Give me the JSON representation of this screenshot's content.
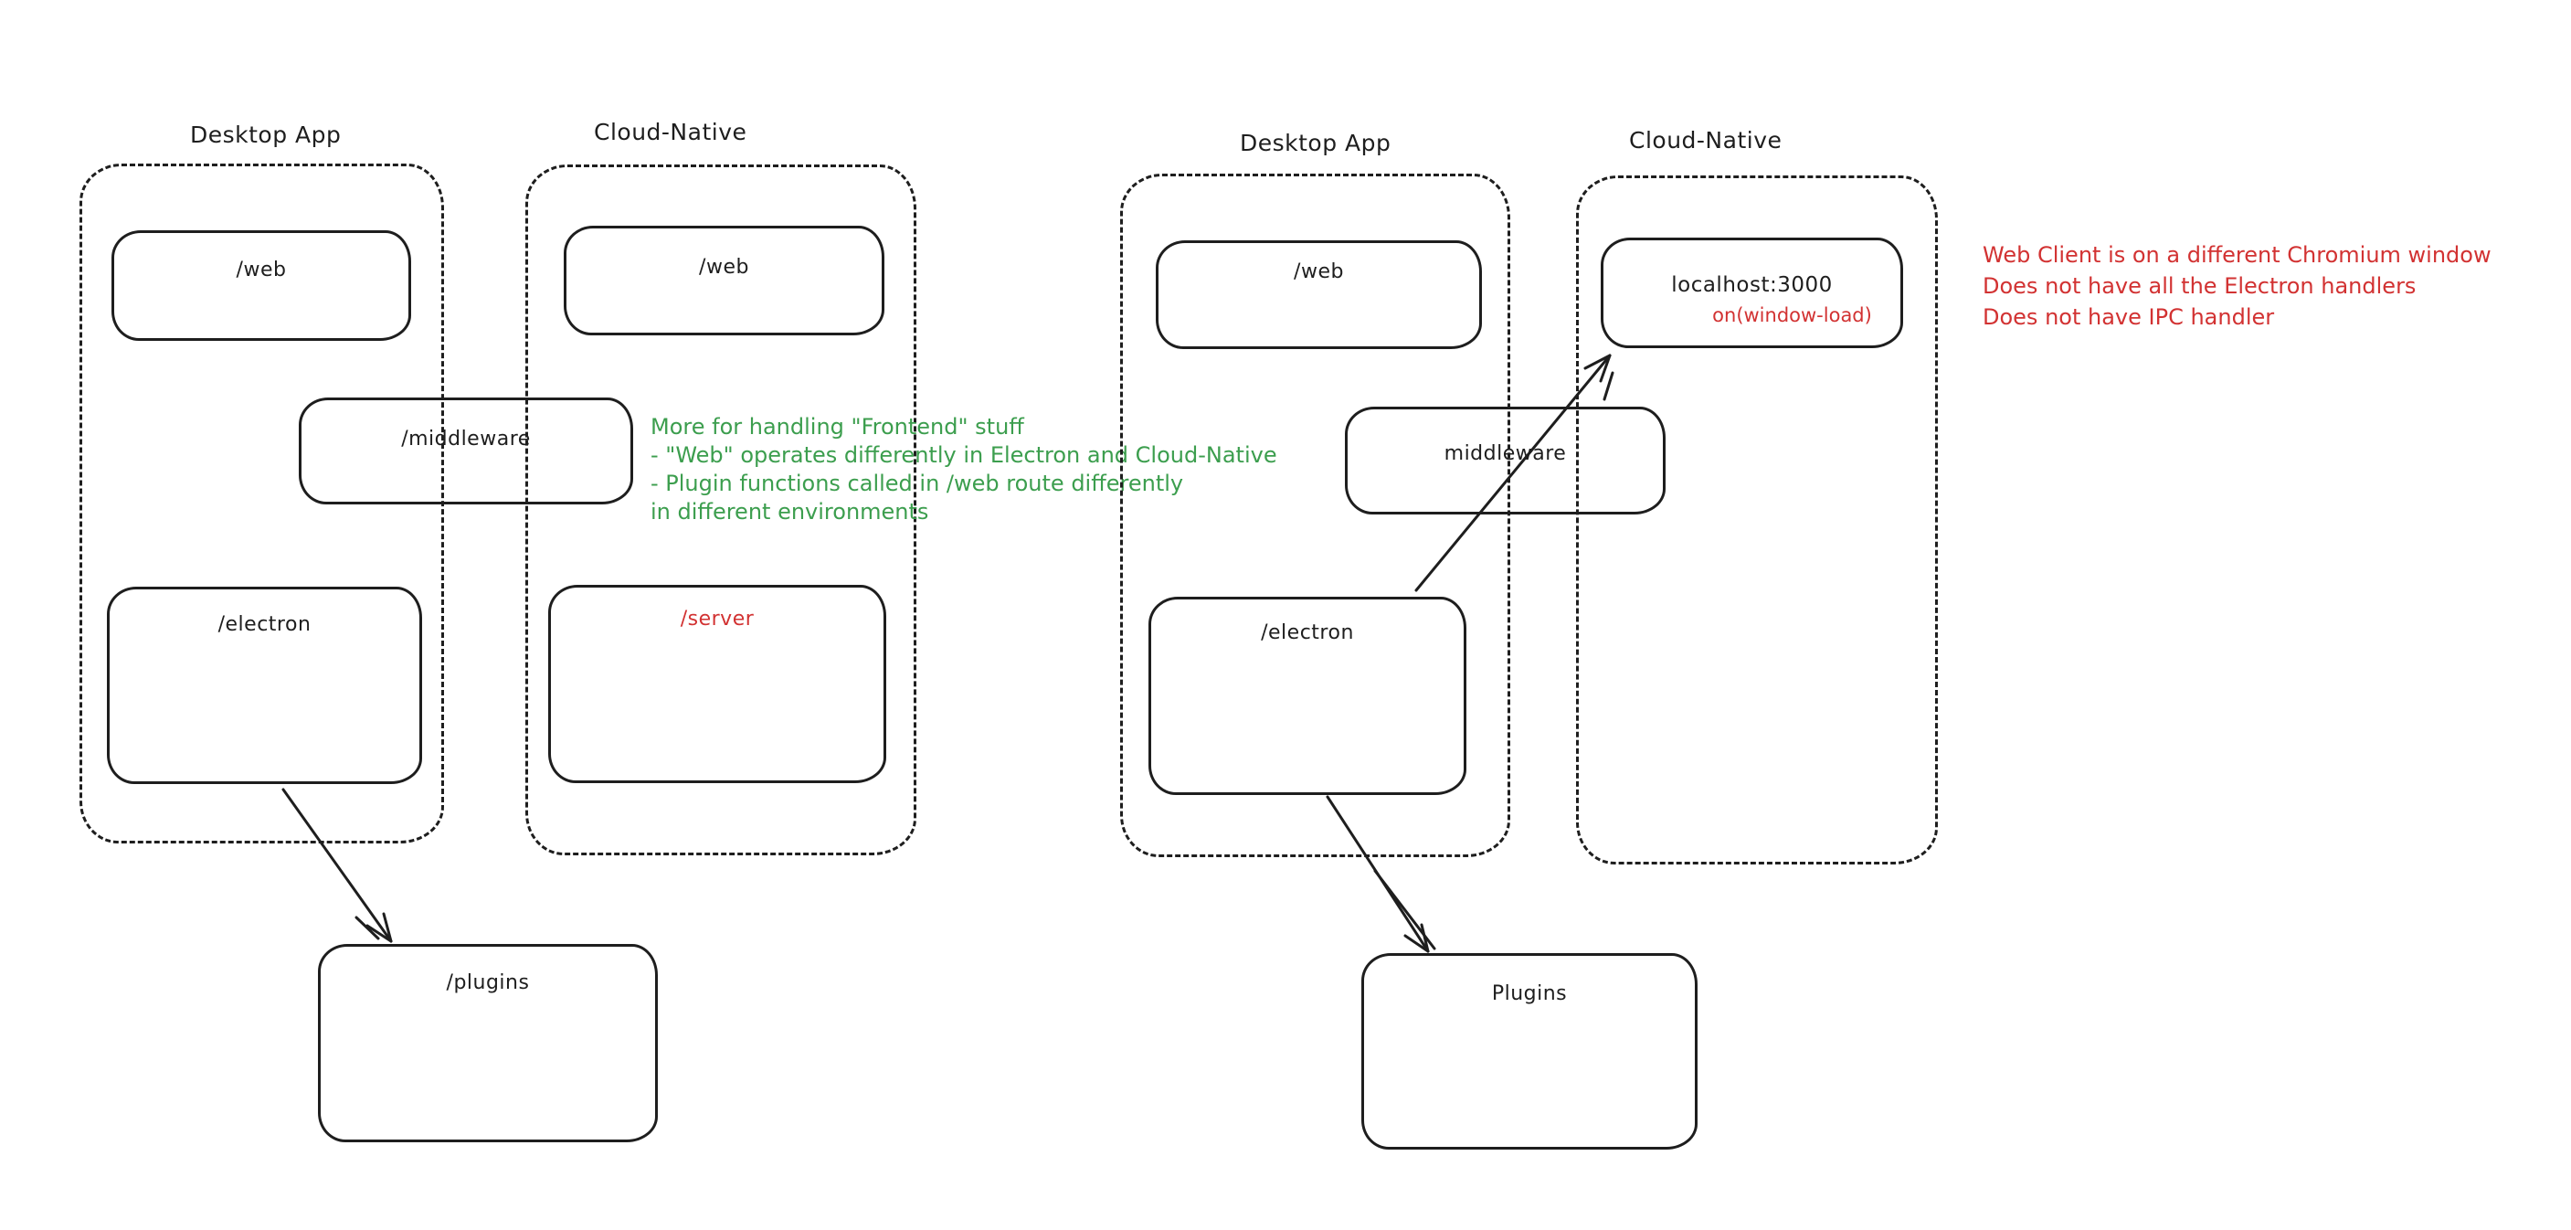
{
  "colors": {
    "stroke": "#1e1e1e",
    "annotation_green": "#3c9e4e",
    "annotation_red": "#d23232",
    "background": "#ffffff"
  },
  "left_diagram": {
    "desktop_app": {
      "title": "Desktop App",
      "web_label": "/web",
      "electron_label": "/electron"
    },
    "cloud_native": {
      "title": "Cloud-Native",
      "web_label": "/web",
      "server_label": "/server"
    },
    "middleware_label": "/middleware",
    "plugins_label": "/plugins",
    "green_note": {
      "lines": [
        "More for handling \"Frontend\" stuff",
        "- \"Web\" operates differently in Electron and Cloud-Native",
        "- Plugin functions called in /web route differently",
        "in different environments"
      ]
    }
  },
  "right_diagram": {
    "desktop_app": {
      "title": "Desktop App",
      "web_label": "/web",
      "electron_label": "/electron"
    },
    "cloud_native": {
      "title": "Cloud-Native",
      "localhost_label": "localhost:3000",
      "window_load_label": "on(window-load)"
    },
    "middleware_label": "middleware",
    "plugins_label": "Plugins",
    "red_note": {
      "lines": [
        "Web Client is on a different Chromium window",
        "Does not have all the Electron handlers",
        "Does not have IPC handler"
      ]
    }
  }
}
